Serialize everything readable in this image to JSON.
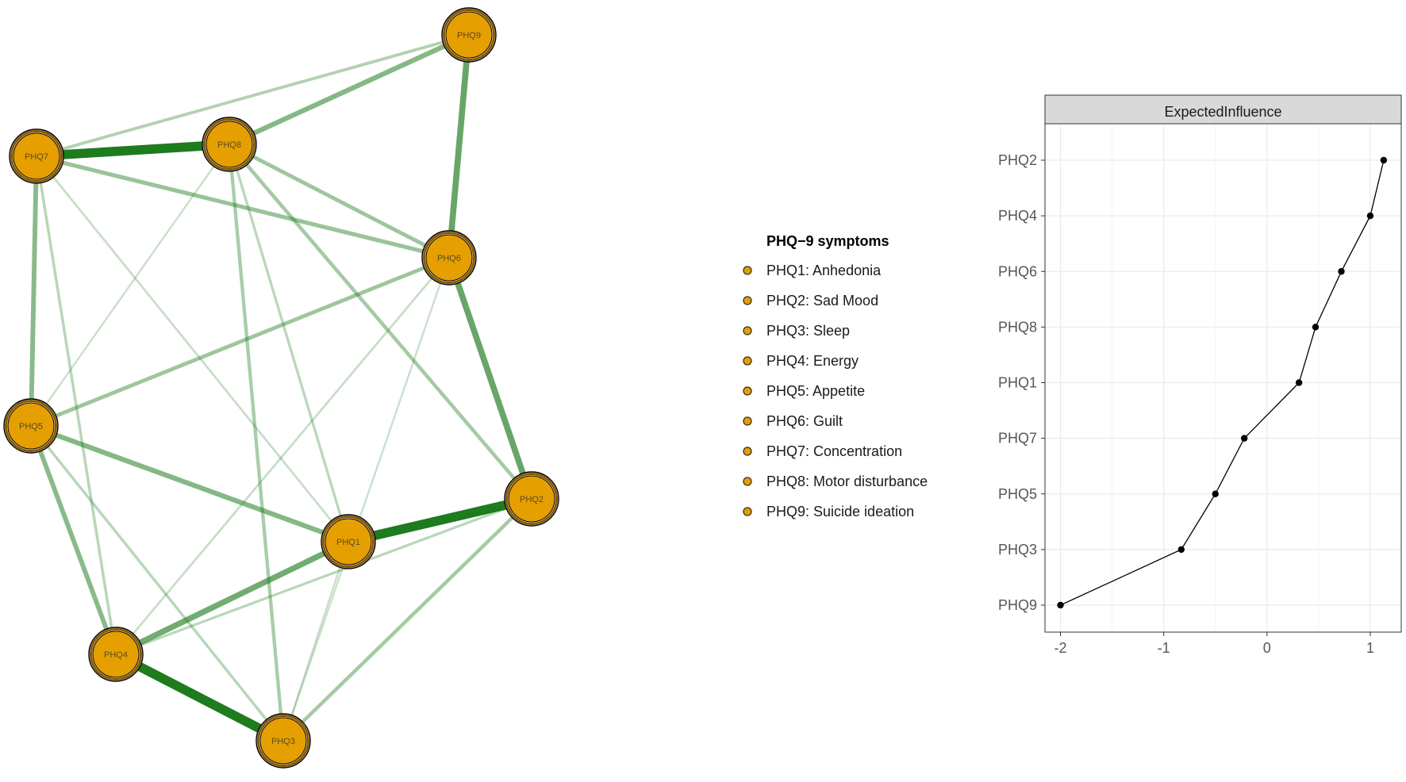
{
  "chart_data": [
    {
      "type": "network",
      "node_color": "#E69F00",
      "edge_color": "#1E7B1E",
      "nodes": [
        {
          "id": "PHQ1",
          "label": "PHQ1"
        },
        {
          "id": "PHQ2",
          "label": "PHQ2"
        },
        {
          "id": "PHQ3",
          "label": "PHQ3"
        },
        {
          "id": "PHQ4",
          "label": "PHQ4"
        },
        {
          "id": "PHQ5",
          "label": "PHQ5"
        },
        {
          "id": "PHQ6",
          "label": "PHQ6"
        },
        {
          "id": "PHQ7",
          "label": "PHQ7"
        },
        {
          "id": "PHQ8",
          "label": "PHQ8"
        },
        {
          "id": "PHQ9",
          "label": "PHQ9"
        }
      ],
      "edges": [
        {
          "from": "PHQ1",
          "to": "PHQ2",
          "weight": 1.0
        },
        {
          "from": "PHQ7",
          "to": "PHQ8",
          "weight": 1.0
        },
        {
          "from": "PHQ4",
          "to": "PHQ3",
          "weight": 1.0
        },
        {
          "from": "PHQ9",
          "to": "PHQ6",
          "weight": 0.62
        },
        {
          "from": "PHQ6",
          "to": "PHQ2",
          "weight": 0.62
        },
        {
          "from": "PHQ1",
          "to": "PHQ4",
          "weight": 0.58
        },
        {
          "from": "PHQ8",
          "to": "PHQ9",
          "weight": 0.48
        },
        {
          "from": "PHQ5",
          "to": "PHQ1",
          "weight": 0.48
        },
        {
          "from": "PHQ7",
          "to": "PHQ5",
          "weight": 0.45
        },
        {
          "from": "PHQ5",
          "to": "PHQ4",
          "weight": 0.45
        },
        {
          "from": "PHQ7",
          "to": "PHQ6",
          "weight": 0.38
        },
        {
          "from": "PHQ8",
          "to": "PHQ6",
          "weight": 0.35
        },
        {
          "from": "PHQ6",
          "to": "PHQ5",
          "weight": 0.35
        },
        {
          "from": "PHQ8",
          "to": "PHQ2",
          "weight": 0.32
        },
        {
          "from": "PHQ2",
          "to": "PHQ3",
          "weight": 0.32
        },
        {
          "from": "PHQ8",
          "to": "PHQ3",
          "weight": 0.3
        },
        {
          "from": "PHQ7",
          "to": "PHQ9",
          "weight": 0.25
        },
        {
          "from": "PHQ7",
          "to": "PHQ4",
          "weight": 0.22
        },
        {
          "from": "PHQ5",
          "to": "PHQ3",
          "weight": 0.22
        },
        {
          "from": "PHQ8",
          "to": "PHQ1",
          "weight": 0.2
        },
        {
          "from": "PHQ4",
          "to": "PHQ2",
          "weight": 0.2
        },
        {
          "from": "PHQ7",
          "to": "PHQ1",
          "weight": 0.15
        },
        {
          "from": "PHQ6",
          "to": "PHQ4",
          "weight": 0.15
        },
        {
          "from": "PHQ8",
          "to": "PHQ5",
          "weight": 0.12
        },
        {
          "from": "PHQ6",
          "to": "PHQ3",
          "weight": 0.12
        },
        {
          "from": "PHQ1",
          "to": "PHQ3",
          "weight": 0.12
        }
      ],
      "legend": {
        "title": "PHQ−9 symptoms",
        "items": [
          "PHQ1: Anhedonia",
          "PHQ2: Sad Mood",
          "PHQ3: Sleep",
          "PHQ4: Energy",
          "PHQ5: Appetite",
          "PHQ6: Guilt",
          "PHQ7: Concentration",
          "PHQ8: Motor disturbance",
          "PHQ9: Suicide ideation"
        ]
      }
    },
    {
      "type": "line",
      "title": "ExpectedInfluence",
      "categories": [
        "PHQ9",
        "PHQ3",
        "PHQ5",
        "PHQ7",
        "PHQ1",
        "PHQ8",
        "PHQ6",
        "PHQ4",
        "PHQ2"
      ],
      "values": [
        -2.0,
        -0.83,
        -0.5,
        -0.22,
        0.31,
        0.47,
        0.72,
        1.0,
        1.13
      ],
      "xlim": [
        -2.15,
        1.3
      ],
      "xticks": [
        -2,
        -1,
        0,
        1
      ],
      "xtick_labels": [
        "-2",
        "-1",
        "0",
        "1"
      ],
      "grid": true,
      "strip_color": "#D9D9D9"
    }
  ]
}
